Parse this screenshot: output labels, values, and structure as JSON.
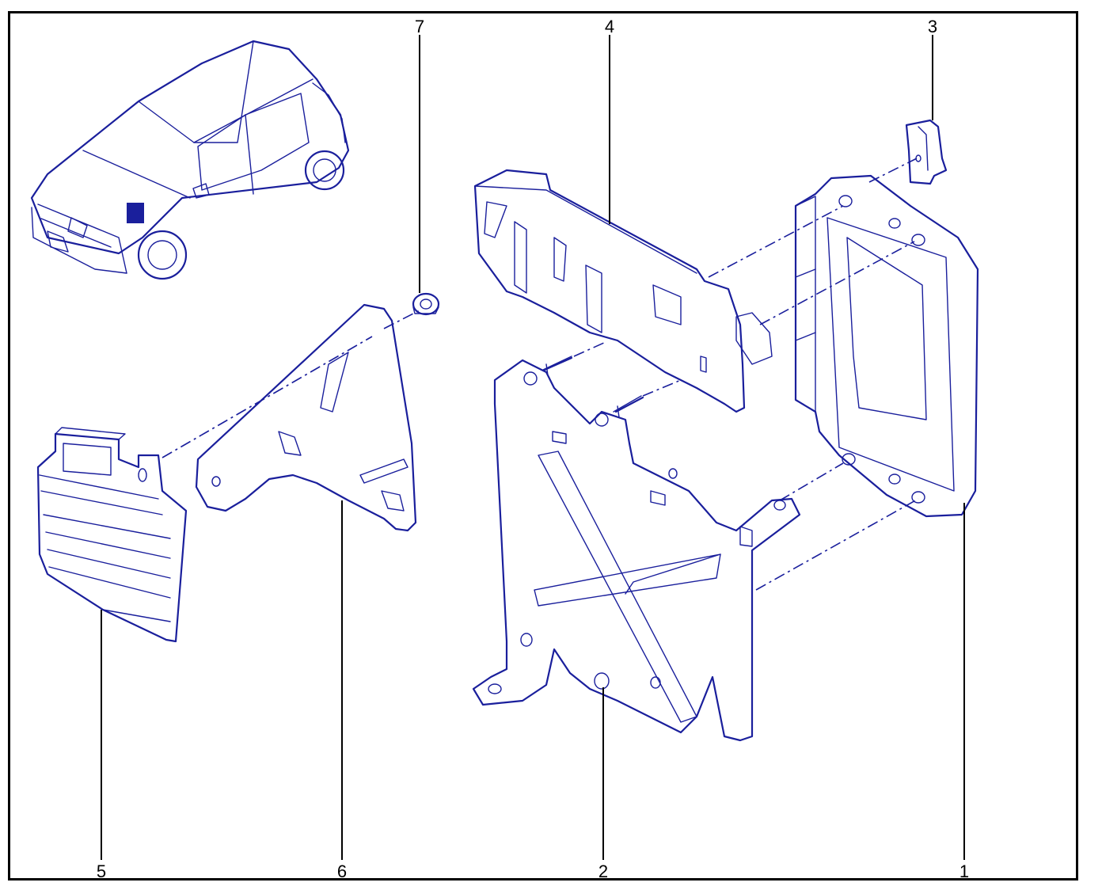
{
  "diagram": {
    "callouts": [
      {
        "id": "7",
        "text": "7"
      },
      {
        "id": "4",
        "text": "4"
      },
      {
        "id": "3",
        "text": "3"
      },
      {
        "id": "5",
        "text": "5"
      },
      {
        "id": "6",
        "text": "6"
      },
      {
        "id": "2",
        "text": "2"
      },
      {
        "id": "1",
        "text": "1"
      }
    ]
  },
  "colors": {
    "line_art": "#1a1f9c",
    "leader_lines": "#000000",
    "background": "#ffffff"
  }
}
